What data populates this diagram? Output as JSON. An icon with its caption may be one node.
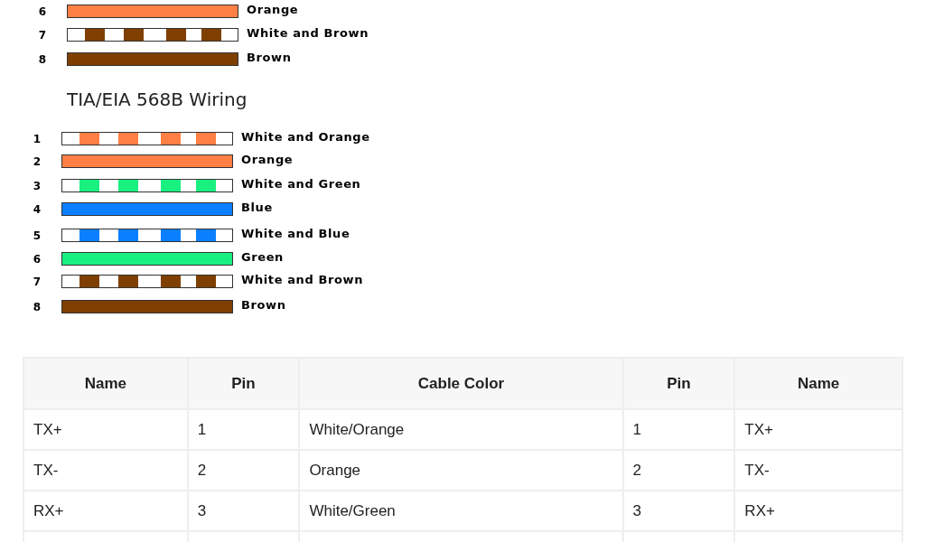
{
  "diagram": {
    "labels": [
      "6",
      "7",
      "8",
      "TIA/EIA 568B Wiring",
      "1",
      "2",
      "3",
      "4",
      "5",
      "6",
      "7",
      "8",
      "Name",
      "Pin",
      "Cable Color",
      "Pin",
      "Name",
      "TX+",
      "1",
      "White/Orange",
      "1",
      "TX+",
      "TX-",
      "2",
      "Orange",
      "2",
      "TX-",
      "RX+",
      "3",
      "White/Green",
      "3",
      "RX+"
    ],
    "legend": [
      {
        "text": "Orange",
        "color": "#ff7f44"
      },
      {
        "text": "White and Brown"
      },
      {
        "text": "Brown",
        "color": "#7f3f00"
      },
      {
        "text": "White and Orange"
      },
      {
        "text": "Orange",
        "color": "#ff7f44"
      },
      {
        "text": "White and Green"
      },
      {
        "text": "Blue",
        "color": "#0a7fff"
      },
      {
        "text": "White and Blue"
      },
      {
        "text": "Green",
        "color": "#19f07f"
      },
      {
        "text": "White and Brown"
      },
      {
        "text": "Brown",
        "color": "#7f3f00"
      }
    ]
  }
}
